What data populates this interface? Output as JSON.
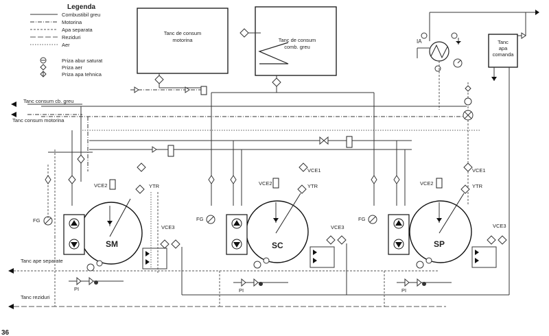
{
  "corner_label": "36",
  "legend": {
    "title": "Legenda",
    "lines": [
      "Combustibil greu",
      "Motorina",
      "Apa separata",
      "Reziduri",
      "Aer"
    ],
    "symbols": [
      "Priza abur saturat",
      "Priza aer",
      "Priza apa tehnica"
    ]
  },
  "tanks": {
    "motorina": {
      "line1": "Tanc de consum",
      "line2": "motorina"
    },
    "comb_greu": {
      "line1": "Tanc de consum",
      "line2": "comb. greu"
    },
    "apa": {
      "line1": "Tanc",
      "line2": "apa",
      "line3": "comanda"
    }
  },
  "outlets": {
    "cb_greu": "Tanc consum cb. greu",
    "motorina": "Tanc consum motorina",
    "ape_separate": "Tanc ape separate",
    "reziduri": "Tanc reziduri"
  },
  "separators": [
    {
      "label": "SM",
      "fg": "FG",
      "pi": "PI",
      "vce2": "VCE2",
      "vce3": "VCE3",
      "ytr": "YTR"
    },
    {
      "label": "SC",
      "fg": "FG",
      "pi": "PI",
      "vce1": "VCE1",
      "vce2": "VCE2",
      "vce3": "VCE3",
      "ytr": "YTR"
    },
    {
      "label": "SP",
      "fg": "FG",
      "pi": "PI",
      "vce1": "VCE1",
      "vce2": "VCE2",
      "vce3": "VCE3",
      "ytr": "YTR"
    }
  ],
  "heater": {
    "label": "IA"
  }
}
